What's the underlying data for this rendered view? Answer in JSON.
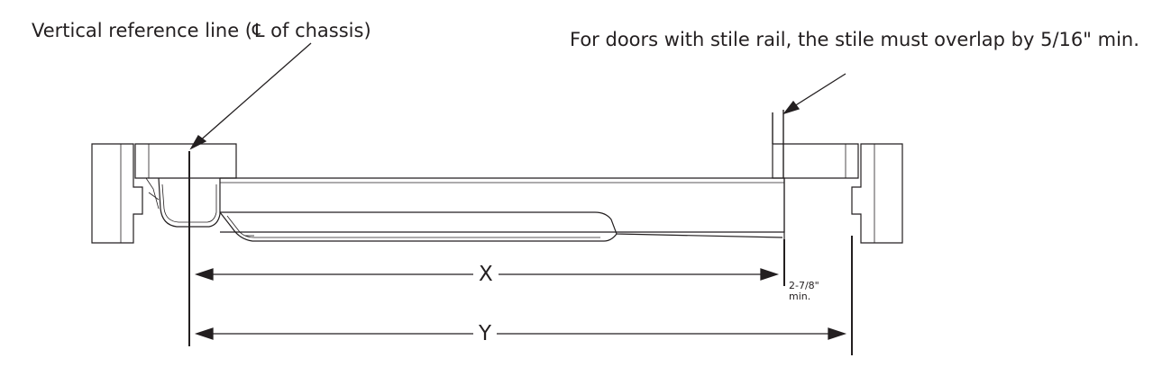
{
  "labels": {
    "callout_left": "Vertical reference line (℄ of chassis)",
    "callout_right": "For doors with stile rail, the stile must overlap by 5/16\" min.",
    "dim_x": "X",
    "dim_y": "Y",
    "clearance_line1": "2-7/8\"",
    "clearance_line2": "min."
  },
  "colors": {
    "line": "#231f20",
    "frame_shade": "#e8e8e8"
  }
}
